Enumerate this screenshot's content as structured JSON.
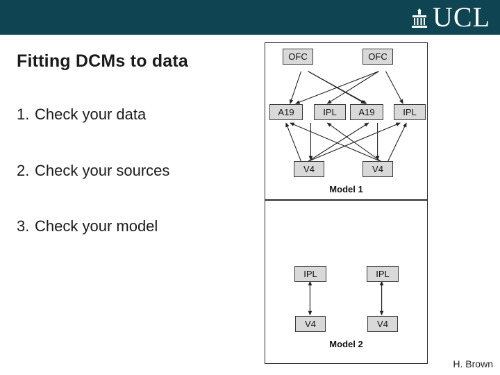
{
  "header": {
    "logo_text": "UCL",
    "logo_icon": "ucl-crest-icon",
    "bar_color": "#0f4552"
  },
  "slide": {
    "title": "Fitting DCMs to data",
    "bullets": [
      {
        "num": "1.",
        "text": "Check your data"
      },
      {
        "num": "2.",
        "text": "Check your sources"
      },
      {
        "num": "3.",
        "text": "Check your model"
      }
    ]
  },
  "diagrams": [
    {
      "caption": "Model 1",
      "nodes": [
        {
          "id": "ofc-left",
          "label": "OFC"
        },
        {
          "id": "ofc-right",
          "label": "OFC"
        },
        {
          "id": "a19-left",
          "label": "A19"
        },
        {
          "id": "ipl-left",
          "label": "IPL"
        },
        {
          "id": "a19-right",
          "label": "A19"
        },
        {
          "id": "ipl-right",
          "label": "IPL"
        },
        {
          "id": "v4-left",
          "label": "V4"
        },
        {
          "id": "v4-right",
          "label": "V4"
        }
      ]
    },
    {
      "caption": "Model 2",
      "nodes": [
        {
          "id": "ipl-left",
          "label": "IPL"
        },
        {
          "id": "ipl-right",
          "label": "IPL"
        },
        {
          "id": "v4-left",
          "label": "V4"
        },
        {
          "id": "v4-right",
          "label": "V4"
        }
      ]
    }
  ],
  "footer": {
    "author": "H. Brown"
  },
  "colors": {
    "node_fill": "#d9d9d9",
    "node_border": "#3a3a3a",
    "header": "#0f4552",
    "text": "#1a1a1a"
  }
}
